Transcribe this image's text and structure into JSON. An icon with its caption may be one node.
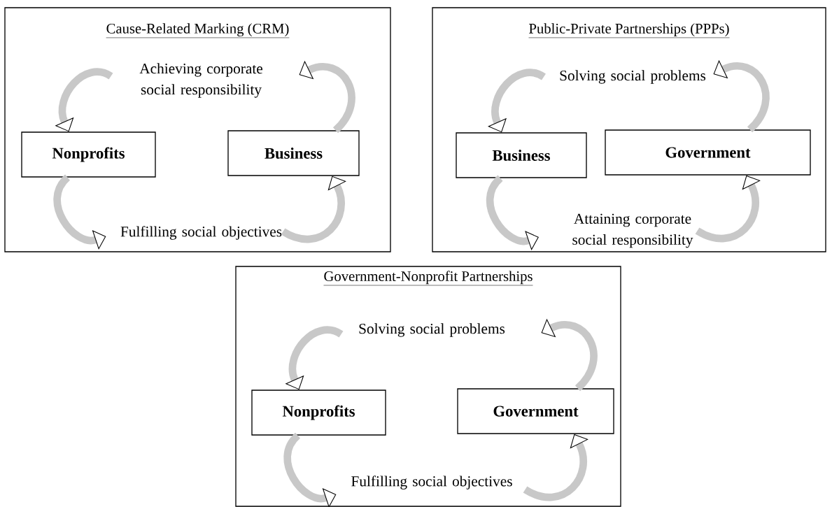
{
  "diagram": {
    "nodes": [
      {
        "text": [
          "Cause-Related Marking (CRM)",
          "Achieving corporate social responsibility",
          "Fulfilling social objectives"
        ]
      },
      {
        "text": [
          "Nonprofits"
        ],
        "in": 0
      },
      {
        "text": [
          "Business"
        ],
        "in": 0
      },
      {
        "text": [
          "Public-Private Partnerships (PPPs)",
          "Solving social problems",
          "Attaining corporate social responsibility"
        ]
      },
      {
        "text": [
          "Business"
        ],
        "in": 3
      },
      {
        "text": [
          "Government"
        ],
        "in": 3
      },
      {
        "text": [
          "Government-Nonprofit Partnerships",
          "Solving social problems",
          "Fulfilling social objectives"
        ]
      },
      {
        "text": [
          "Nonprofits"
        ],
        "in": 6
      },
      {
        "text": [
          "Government"
        ],
        "in": 6
      }
    ],
    "edges": [
      {
        "from": null,
        "to": 1,
        "arrow": "to"
      },
      {
        "from": 2,
        "to": null,
        "arrow": "to"
      },
      {
        "from": 1,
        "to": null,
        "arrow": "to"
      },
      {
        "from": null,
        "to": 2,
        "arrow": "to"
      },
      {
        "from": null,
        "to": 4,
        "arrow": "to"
      },
      {
        "from": 5,
        "to": null,
        "arrow": "to"
      },
      {
        "from": 4,
        "to": null,
        "arrow": "to"
      },
      {
        "from": null,
        "to": 5,
        "arrow": "to"
      },
      {
        "from": null,
        "to": 7,
        "arrow": "to"
      },
      {
        "from": 8,
        "to": null,
        "arrow": "to"
      },
      {
        "from": 7,
        "to": null,
        "arrow": "to"
      },
      {
        "from": null,
        "to": 8,
        "arrow": "to"
      }
    ]
  }
}
